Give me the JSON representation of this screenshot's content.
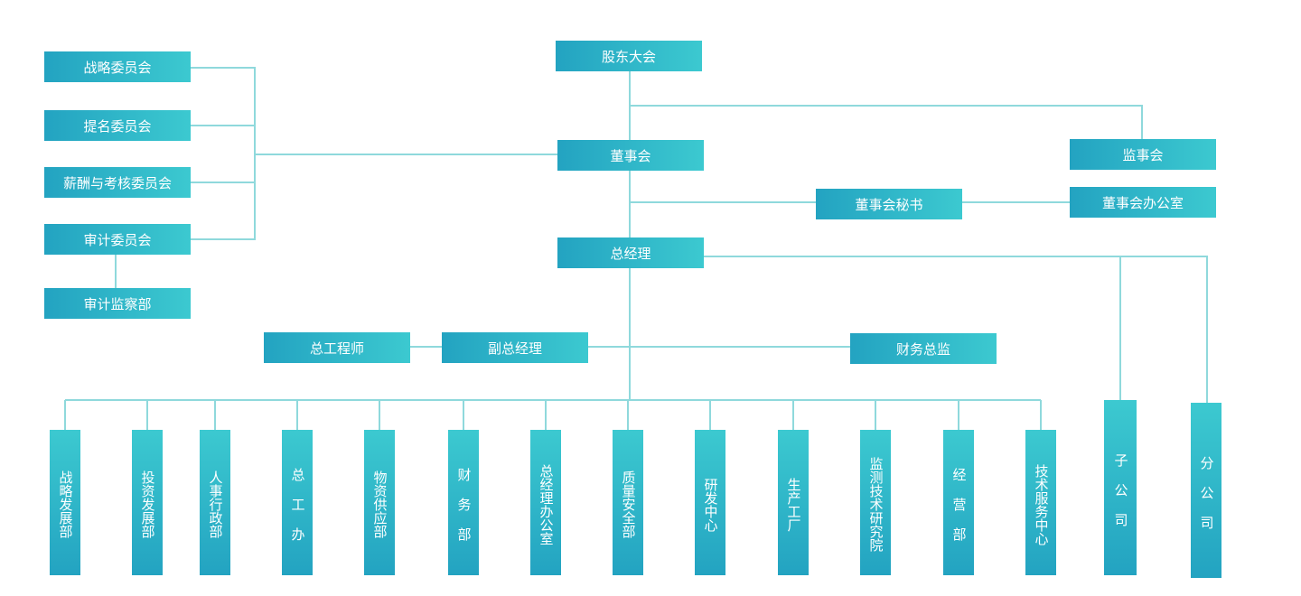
{
  "top": {
    "shareholders": "股东大会",
    "board": "董事会",
    "supervisors": "监事会",
    "board_secretary": "董事会秘书",
    "board_office": "董事会办公室",
    "general_manager": "总经理"
  },
  "committees": [
    "战略委员会",
    "提名委员会",
    "薪酬与考核委员会",
    "审计委员会"
  ],
  "audit_dept": "审计监察部",
  "executives": {
    "chief_engineer": "总工程师",
    "deputy_gm": "副总经理",
    "cfo": "财务总监"
  },
  "departments": [
    "战略发展部",
    "投资发展部",
    "人事行政部",
    "总 工 办",
    "物资供应部",
    "财 务 部",
    "总经理办公室",
    "质量安全部",
    "研发中心",
    "生产工厂",
    "监测技术研究院",
    "经 营 部",
    "技术服务中心"
  ],
  "subsidiaries": [
    "子 公 司",
    "分 公 司"
  ],
  "colors": {
    "box_dark": "#23a3c1",
    "box_light": "#3cc9d0",
    "line": "#8fd9dc"
  }
}
